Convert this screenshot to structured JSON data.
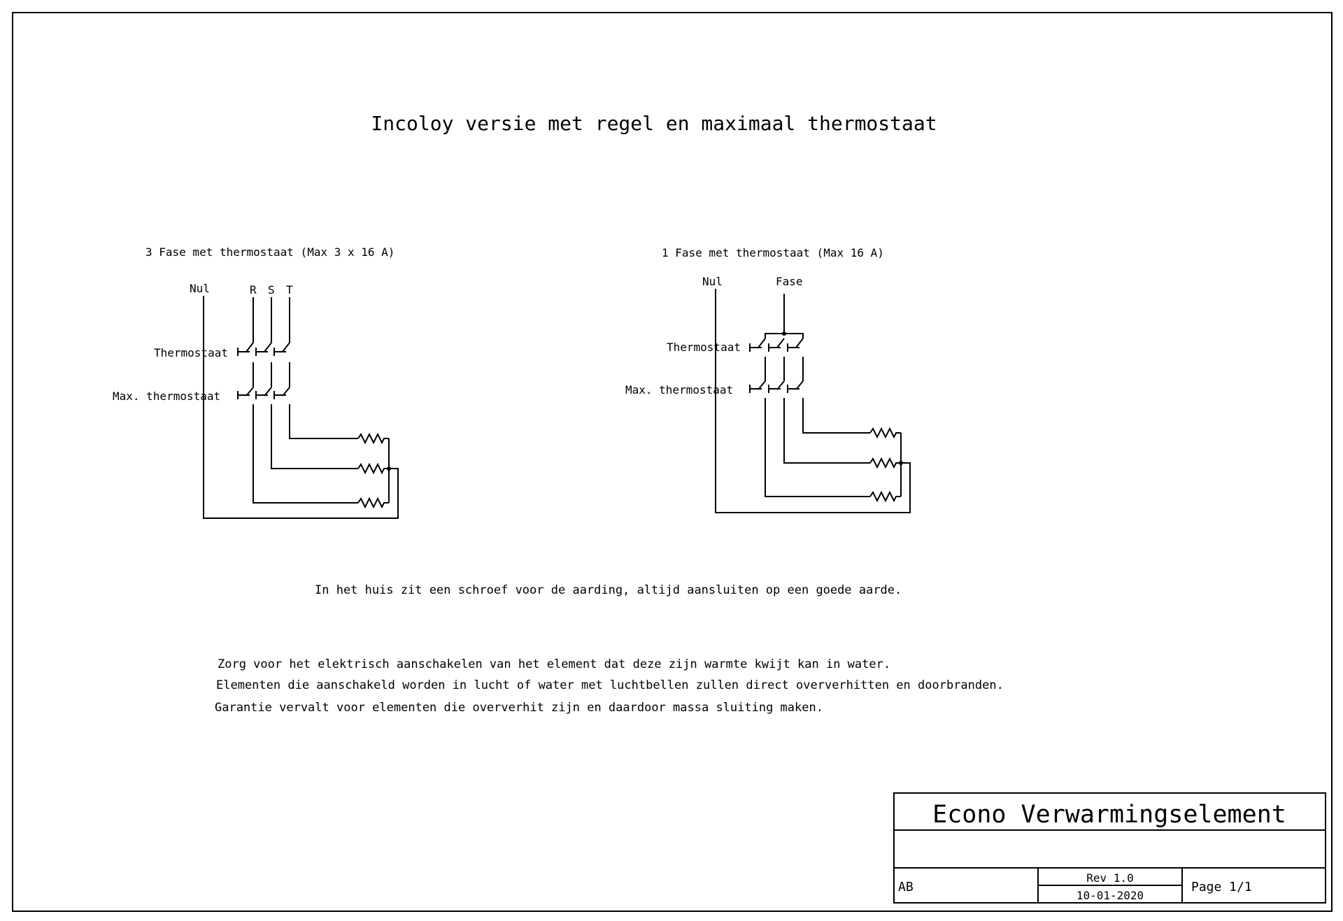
{
  "title": "Incoloy versie met regel en maximaal thermostaat",
  "diagram_3phase": {
    "heading": "3 Fase met thermostaat (Max 3 x 16 A)",
    "neutral_label": "Nul",
    "phase_labels": [
      "R",
      "S",
      "T"
    ],
    "thermostat_label": "Thermostaat",
    "max_thermostat_label": "Max. thermostaat"
  },
  "diagram_1phase": {
    "heading": "1 Fase met thermostaat (Max 16 A)",
    "neutral_label": "Nul",
    "phase_label": "Fase",
    "thermostat_label": "Thermostaat",
    "max_thermostat_label": "Max. thermostaat"
  },
  "notes": {
    "earthing": "In het huis zit een schroef voor de aarding, altijd aansluiten op een goede aarde.",
    "warning_lines": [
      "Zorg voor het elektrisch aanschakelen van het element dat deze zijn warmte kwijt kan in water.",
      "Elementen die aanschakeld worden in lucht of water met luchtbellen zullen direct oververhitten en doorbranden.",
      "Garantie vervalt voor elementen die oververhit zijn en daardoor massa sluiting maken."
    ]
  },
  "title_block": {
    "name": "Econo Verwarmingselement",
    "author": "AB",
    "revision": "Rev 1.0",
    "date": "10-01-2020",
    "page": "Page 1/1"
  }
}
